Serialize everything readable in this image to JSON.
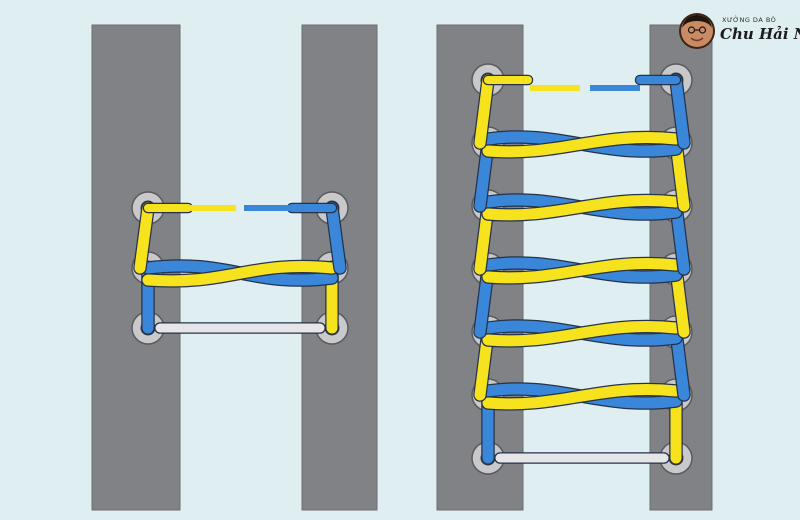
{
  "brand": {
    "subtitle": "XƯỞNG DA BÒ",
    "name": "Chu Hải Nam",
    "icon": "portrait-avatar-icon"
  },
  "colors": {
    "background": "#dfeef0",
    "flap": "#808285",
    "flap_edge": "#6d6f72",
    "eyelet_ring": "#c9c9cb",
    "eyelet_hole": "#3b3b3d",
    "lace_yellow": "#f6e21d",
    "lace_blue": "#3a86d8",
    "lace_white": "#e6e6e8",
    "outline": "#25324a"
  },
  "diagrams": [
    {
      "name": "short-lacing",
      "eyelet_rows": 3
    },
    {
      "name": "long-lacing",
      "eyelet_rows": 7
    }
  ]
}
